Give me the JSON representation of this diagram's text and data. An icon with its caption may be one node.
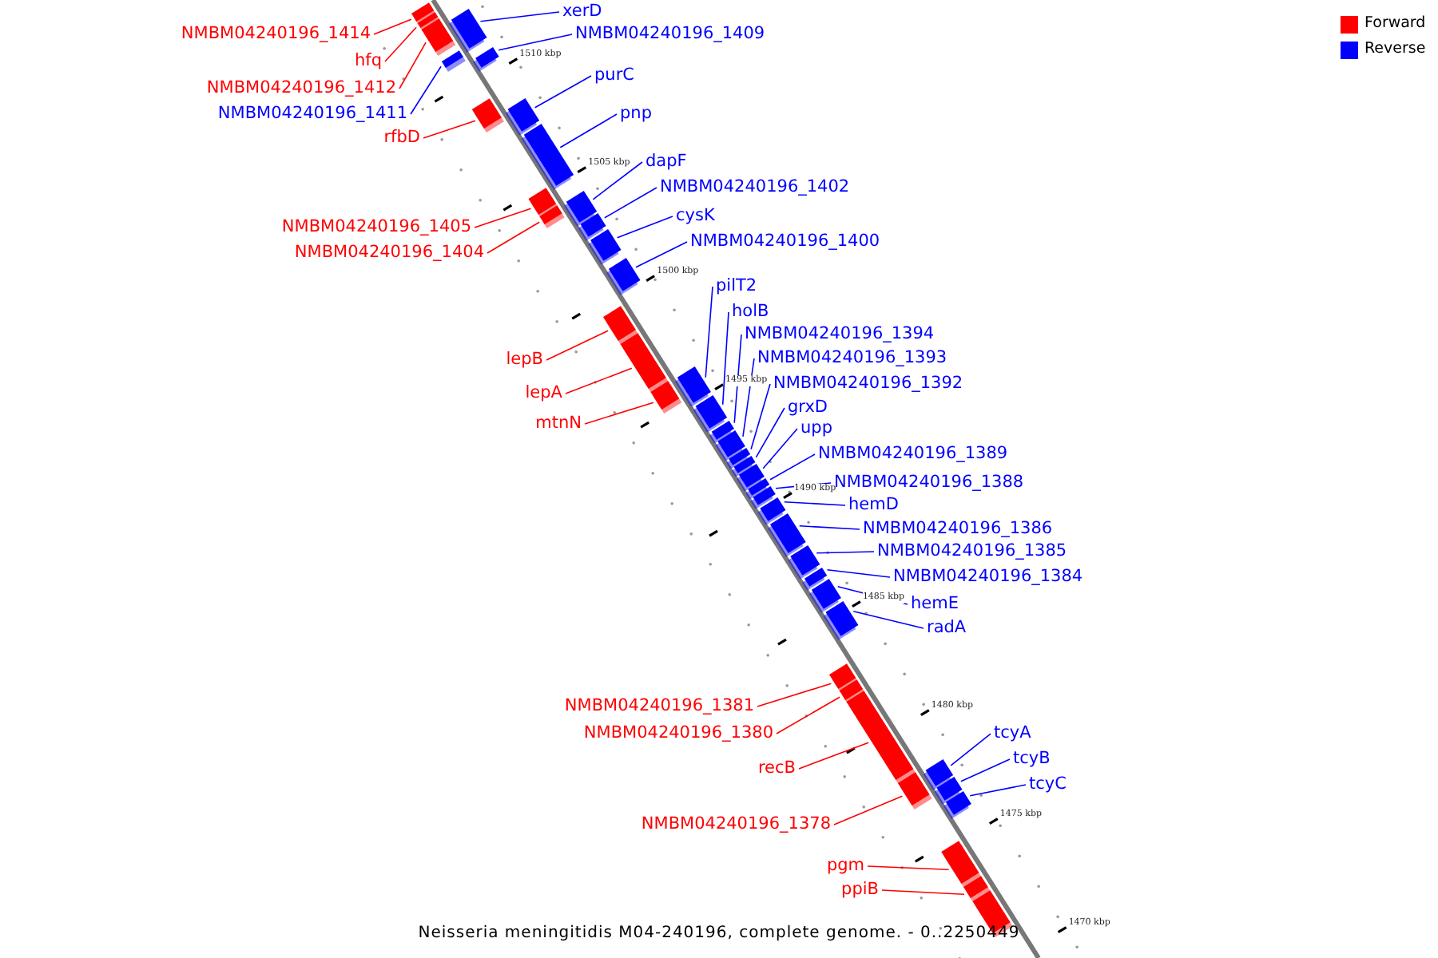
{
  "diagram": {
    "caption": "Neisseria meningitidis M04-240196, complete genome. - 0..2250449",
    "nodes": [
      {
        "text": [
          "NMBM04240196_1414"
        ]
      },
      {
        "text": [
          "hfq"
        ]
      },
      {
        "text": [
          "NMBM04240196_1412"
        ]
      },
      {
        "text": [
          "NMBM04240196_1411"
        ]
      },
      {
        "text": [
          "rfbD"
        ]
      },
      {
        "text": [
          "NMBM04240196_1405"
        ]
      },
      {
        "text": [
          "NMBM04240196_1404"
        ]
      },
      {
        "text": [
          "lepB"
        ]
      },
      {
        "text": [
          "lepA"
        ]
      },
      {
        "text": [
          "mtnN"
        ]
      },
      {
        "text": [
          "NMBM04240196_1381"
        ]
      },
      {
        "text": [
          "NMBM04240196_1380"
        ]
      },
      {
        "text": [
          "recB"
        ]
      },
      {
        "text": [
          "NMBM04240196_1378"
        ]
      },
      {
        "text": [
          "pgm"
        ]
      },
      {
        "text": [
          "ppiB"
        ]
      },
      {
        "text": [
          "xerD"
        ]
      },
      {
        "text": [
          "NMBM04240196_1409"
        ]
      },
      {
        "text": [
          "purC"
        ]
      },
      {
        "text": [
          "pnp"
        ]
      },
      {
        "text": [
          "dapF"
        ]
      },
      {
        "text": [
          "NMBM04240196_1402"
        ]
      },
      {
        "text": [
          "cysK"
        ]
      },
      {
        "text": [
          "NMBM04240196_1400"
        ]
      },
      {
        "text": [
          "pilT2"
        ]
      },
      {
        "text": [
          "holB"
        ]
      },
      {
        "text": [
          "NMBM04240196_1394"
        ]
      },
      {
        "text": [
          "NMBM04240196_1393"
        ]
      },
      {
        "text": [
          "NMBM04240196_1392"
        ]
      },
      {
        "text": [
          "grxD"
        ]
      },
      {
        "text": [
          "upp"
        ]
      },
      {
        "text": [
          "NMBM04240196_1389"
        ]
      },
      {
        "text": [
          "NMBM04240196_1388"
        ]
      },
      {
        "text": [
          "hemD"
        ]
      },
      {
        "text": [
          "NMBM04240196_1386"
        ]
      },
      {
        "text": [
          "NMBM04240196_1385"
        ]
      },
      {
        "text": [
          "NMBM04240196_1384"
        ]
      },
      {
        "text": [
          "hemE"
        ]
      },
      {
        "text": [
          "radA"
        ]
      },
      {
        "text": [
          "tcyA"
        ]
      },
      {
        "text": [
          "tcyB"
        ]
      },
      {
        "text": [
          "tcyC"
        ]
      },
      {
        "text": [],
        "shape": "box"
      },
      {
        "text": [],
        "shape": "box"
      },
      {
        "text": [],
        "shape": "box"
      },
      {
        "text": [],
        "shape": "box"
      },
      {
        "text": [],
        "shape": "box"
      },
      {
        "text": [],
        "shape": "box"
      },
      {
        "text": [],
        "shape": "box"
      },
      {
        "text": [],
        "shape": "box"
      },
      {
        "text": [],
        "shape": "box"
      },
      {
        "text": [],
        "shape": "box"
      },
      {
        "text": [],
        "shape": "box"
      },
      {
        "text": [],
        "shape": "box"
      },
      {
        "text": [],
        "shape": "box"
      },
      {
        "text": [],
        "shape": "box"
      },
      {
        "text": [],
        "shape": "box"
      },
      {
        "text": [],
        "shape": "box"
      },
      {
        "text": [],
        "shape": "box"
      },
      {
        "text": [],
        "shape": "box"
      },
      {
        "text": [],
        "shape": "box"
      },
      {
        "text": [],
        "shape": "box"
      },
      {
        "text": [],
        "shape": "box"
      },
      {
        "text": [],
        "shape": "box"
      },
      {
        "text": [],
        "shape": "box"
      },
      {
        "text": [],
        "shape": "box"
      },
      {
        "text": [],
        "shape": "box"
      },
      {
        "text": [],
        "shape": "box"
      },
      {
        "text": [],
        "shape": "box"
      },
      {
        "text": [],
        "shape": "box"
      },
      {
        "text": [],
        "shape": "box"
      },
      {
        "text": [],
        "shape": "box"
      },
      {
        "text": [],
        "shape": "box"
      },
      {
        "text": [],
        "shape": "box"
      },
      {
        "text": [],
        "shape": "box"
      },
      {
        "text": [],
        "shape": "box"
      },
      {
        "text": [],
        "shape": "box"
      },
      {
        "text": [],
        "shape": "box"
      },
      {
        "text": [],
        "shape": "box"
      },
      {
        "text": [],
        "shape": "box"
      },
      {
        "text": [],
        "shape": "box"
      },
      {
        "text": [],
        "shape": "box"
      },
      {
        "text": [],
        "shape": "box"
      },
      {
        "text": [],
        "shape": "box"
      },
      {
        "text": [],
        "shape": "box"
      }
    ],
    "edges": [
      {
        "from": 0,
        "to": 42,
        "arrow": "none",
        "color": "#ff0000"
      },
      {
        "from": 1,
        "to": 43,
        "arrow": "none",
        "color": "#ff0000"
      },
      {
        "from": 2,
        "to": 44,
        "arrow": "none",
        "color": "#ff0000"
      },
      {
        "from": 3,
        "to": 45,
        "arrow": "none"
      },
      {
        "from": 4,
        "to": 46,
        "arrow": "none",
        "color": "#ff0000"
      },
      {
        "from": 5,
        "to": 47,
        "arrow": "none",
        "color": "#ff0000"
      },
      {
        "from": 6,
        "to": 48,
        "arrow": "none",
        "color": "#ff0000"
      },
      {
        "from": 7,
        "to": 49,
        "arrow": "none",
        "color": "#ff0000"
      },
      {
        "from": 8,
        "to": 50,
        "arrow": "none",
        "color": "#ff0000"
      },
      {
        "from": 9,
        "to": 51,
        "arrow": "none",
        "color": "#ff0000"
      },
      {
        "from": 10,
        "to": 52,
        "arrow": "none",
        "color": "#ff0000"
      },
      {
        "from": 11,
        "to": 53,
        "arrow": "none",
        "color": "#ff0000"
      },
      {
        "from": 12,
        "to": 54,
        "arrow": "none",
        "color": "#ff0000"
      },
      {
        "from": 13,
        "to": 55,
        "arrow": "none",
        "color": "#ff0000"
      },
      {
        "from": 14,
        "to": 56,
        "arrow": "none",
        "color": "#ff0000"
      },
      {
        "from": 15,
        "to": 57,
        "arrow": "none",
        "color": "#ff0000"
      },
      {
        "from": 16,
        "to": 58,
        "arrow": "none"
      },
      {
        "from": 17,
        "to": 59,
        "arrow": "none"
      },
      {
        "from": 18,
        "to": 60,
        "arrow": "none"
      },
      {
        "from": 19,
        "to": 61,
        "arrow": "none"
      },
      {
        "from": 20,
        "to": 62,
        "arrow": "none"
      },
      {
        "from": 21,
        "to": 63,
        "arrow": "none"
      },
      {
        "from": 22,
        "to": 64,
        "arrow": "none"
      },
      {
        "from": 23,
        "to": 65,
        "arrow": "none"
      },
      {
        "from": 24,
        "to": 66,
        "arrow": "none"
      },
      {
        "from": 25,
        "to": 67,
        "arrow": "none"
      },
      {
        "from": 26,
        "to": 68,
        "arrow": "none"
      },
      {
        "from": 27,
        "to": 69,
        "arrow": "none"
      },
      {
        "from": 28,
        "to": 70,
        "arrow": "none"
      },
      {
        "from": 29,
        "to": 71,
        "arrow": "none"
      },
      {
        "from": 30,
        "to": 72,
        "arrow": "none"
      },
      {
        "from": 31,
        "to": 73,
        "arrow": "none"
      },
      {
        "from": 32,
        "to": 74,
        "arrow": "none"
      },
      {
        "from": 33,
        "to": 75,
        "arrow": "none"
      },
      {
        "from": 34,
        "to": 76,
        "arrow": "none"
      },
      {
        "from": 35,
        "to": 77,
        "arrow": "none"
      },
      {
        "from": 36,
        "to": 78,
        "arrow": "none"
      },
      {
        "from": 37,
        "to": 79,
        "arrow": "none"
      },
      {
        "from": 38,
        "to": 80,
        "arrow": "none"
      },
      {
        "from": 39,
        "to": 81,
        "arrow": "none"
      },
      {
        "from": 40,
        "to": 82,
        "arrow": "none"
      },
      {
        "from": 41,
        "to": 83,
        "arrow": "none"
      }
    ],
    "labels": [
      "1510 kbp",
      "1505 kbp",
      "1500 kbp",
      "1495 kbp",
      "1490 kbp",
      "1485 kbp",
      "1480 kbp",
      "1475 kbp",
      "1470 kbp"
    ],
    "legend": [
      {
        "text": "Forward",
        "color": "#ff0000"
      },
      {
        "text": "Reverse",
        "color": "#0000ff"
      }
    ]
  }
}
